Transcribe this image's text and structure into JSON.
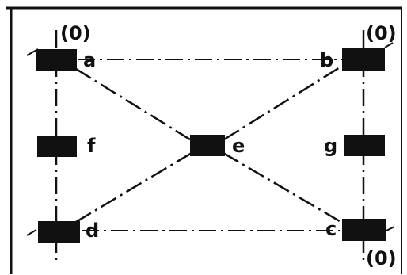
{
  "diagram": {
    "colors": {
      "ink": "#111111",
      "background": "#ffffff"
    },
    "nodes": [
      {
        "id": "a",
        "label": "a"
      },
      {
        "id": "b",
        "label": "b"
      },
      {
        "id": "c",
        "label": "c"
      },
      {
        "id": "d",
        "label": "d"
      },
      {
        "id": "e",
        "label": "e"
      },
      {
        "id": "f",
        "label": "f"
      },
      {
        "id": "g",
        "label": "g"
      }
    ],
    "corner_labels": {
      "top_left": "(0)",
      "top_right": "(0)",
      "bottom_right": "(0)"
    },
    "connections": [
      {
        "from": "a",
        "to": "b",
        "style": "dash-dot"
      },
      {
        "from": "d",
        "to": "c",
        "style": "dash-dot"
      },
      {
        "from": "a",
        "to": "e",
        "style": "dash-dot"
      },
      {
        "from": "e",
        "to": "b",
        "style": "dash-dot"
      },
      {
        "from": "d",
        "to": "e",
        "style": "dash-dot"
      },
      {
        "from": "e",
        "to": "c",
        "style": "dash-dot"
      },
      {
        "from": "a",
        "to": "d",
        "style": "dash-dot",
        "via": "f"
      },
      {
        "from": "b",
        "to": "c",
        "style": "dash-dot",
        "via": "g"
      }
    ]
  }
}
